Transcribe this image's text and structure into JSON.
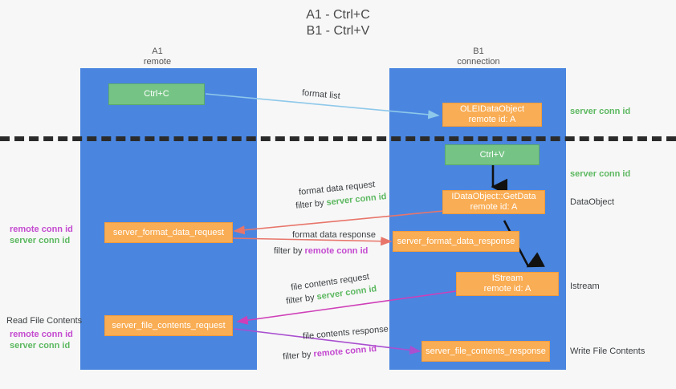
{
  "title": {
    "line1": "A1 - Ctrl+C",
    "line2": "B1 - Ctrl+V"
  },
  "lanes": [
    {
      "id": "a1",
      "name": "A1",
      "sub": "remote"
    },
    {
      "id": "b1",
      "name": "B1",
      "sub": "connection"
    }
  ],
  "boxes": {
    "ctrl_c": {
      "label": "Ctrl+C",
      "color": "#76c485"
    },
    "ctrl_v": {
      "label": "Ctrl+V",
      "color": "#76c485"
    },
    "ole_idataobject": {
      "line1": "OLEIDataObject",
      "line2": "remote id: A",
      "color": "#f9ad54"
    },
    "idataobject_getdata": {
      "line1": "IDataObject::GetData",
      "line2": "remote id: A",
      "color": "#f9ad54"
    },
    "istream": {
      "line1": "IStream",
      "line2": "remote id: A",
      "color": "#f9ad54"
    },
    "server_format_data_request": {
      "label": "server_format_data_request",
      "color": "#f9ad54"
    },
    "server_format_data_response": {
      "label": "server_format_data_response",
      "color": "#f9ad54"
    },
    "server_file_contents_request": {
      "label": "server_file_contents_request",
      "color": "#f9ad54"
    },
    "server_file_contents_response": {
      "label": "server_file_contents_response",
      "color": "#f9ad54"
    }
  },
  "right_labels": {
    "server_conn_id_top": "server conn id",
    "server_conn_id_second": "server conn id",
    "dataobject": "DataObject",
    "istream": "Istream",
    "write_file_contents": "Write File Contents"
  },
  "left_labels": {
    "remote_conn_id_1": "remote conn id",
    "server_conn_id_1": "server conn id",
    "read_file_contents": "Read File Contents",
    "remote_conn_id_2": "remote conn id",
    "server_conn_id_2": "server conn id"
  },
  "arrow_labels": {
    "format_list": "format list",
    "format_data_request": "format data request",
    "format_data_request_filter_prefix": "filter by ",
    "format_data_request_filter_value": "server conn id",
    "format_data_response": "format data response",
    "format_data_response_filter_prefix": "filter by ",
    "format_data_response_filter_value": "remote conn id",
    "file_contents_request": "file contents request",
    "file_contents_request_filter_prefix": "filter by ",
    "file_contents_request_filter_value": "server conn id",
    "file_contents_response": "file contents response",
    "file_contents_response_filter_prefix": "filter by ",
    "file_contents_response_filter_value": "remote conn id"
  },
  "colors": {
    "lane_blue": "#4a86e0",
    "box_orange": "#f9ad54",
    "box_green": "#76c485",
    "arrow_lightblue": "#8ec8ea",
    "arrow_red": "#e8756a",
    "arrow_magenta": "#cf3fb8",
    "arrow_purple": "#a94fd0",
    "arrow_black": "#000000",
    "text_green": "#5cb860",
    "text_purple": "#c44ad0",
    "divider_black": "#2b2b2b",
    "background": "#f7f7f7"
  }
}
